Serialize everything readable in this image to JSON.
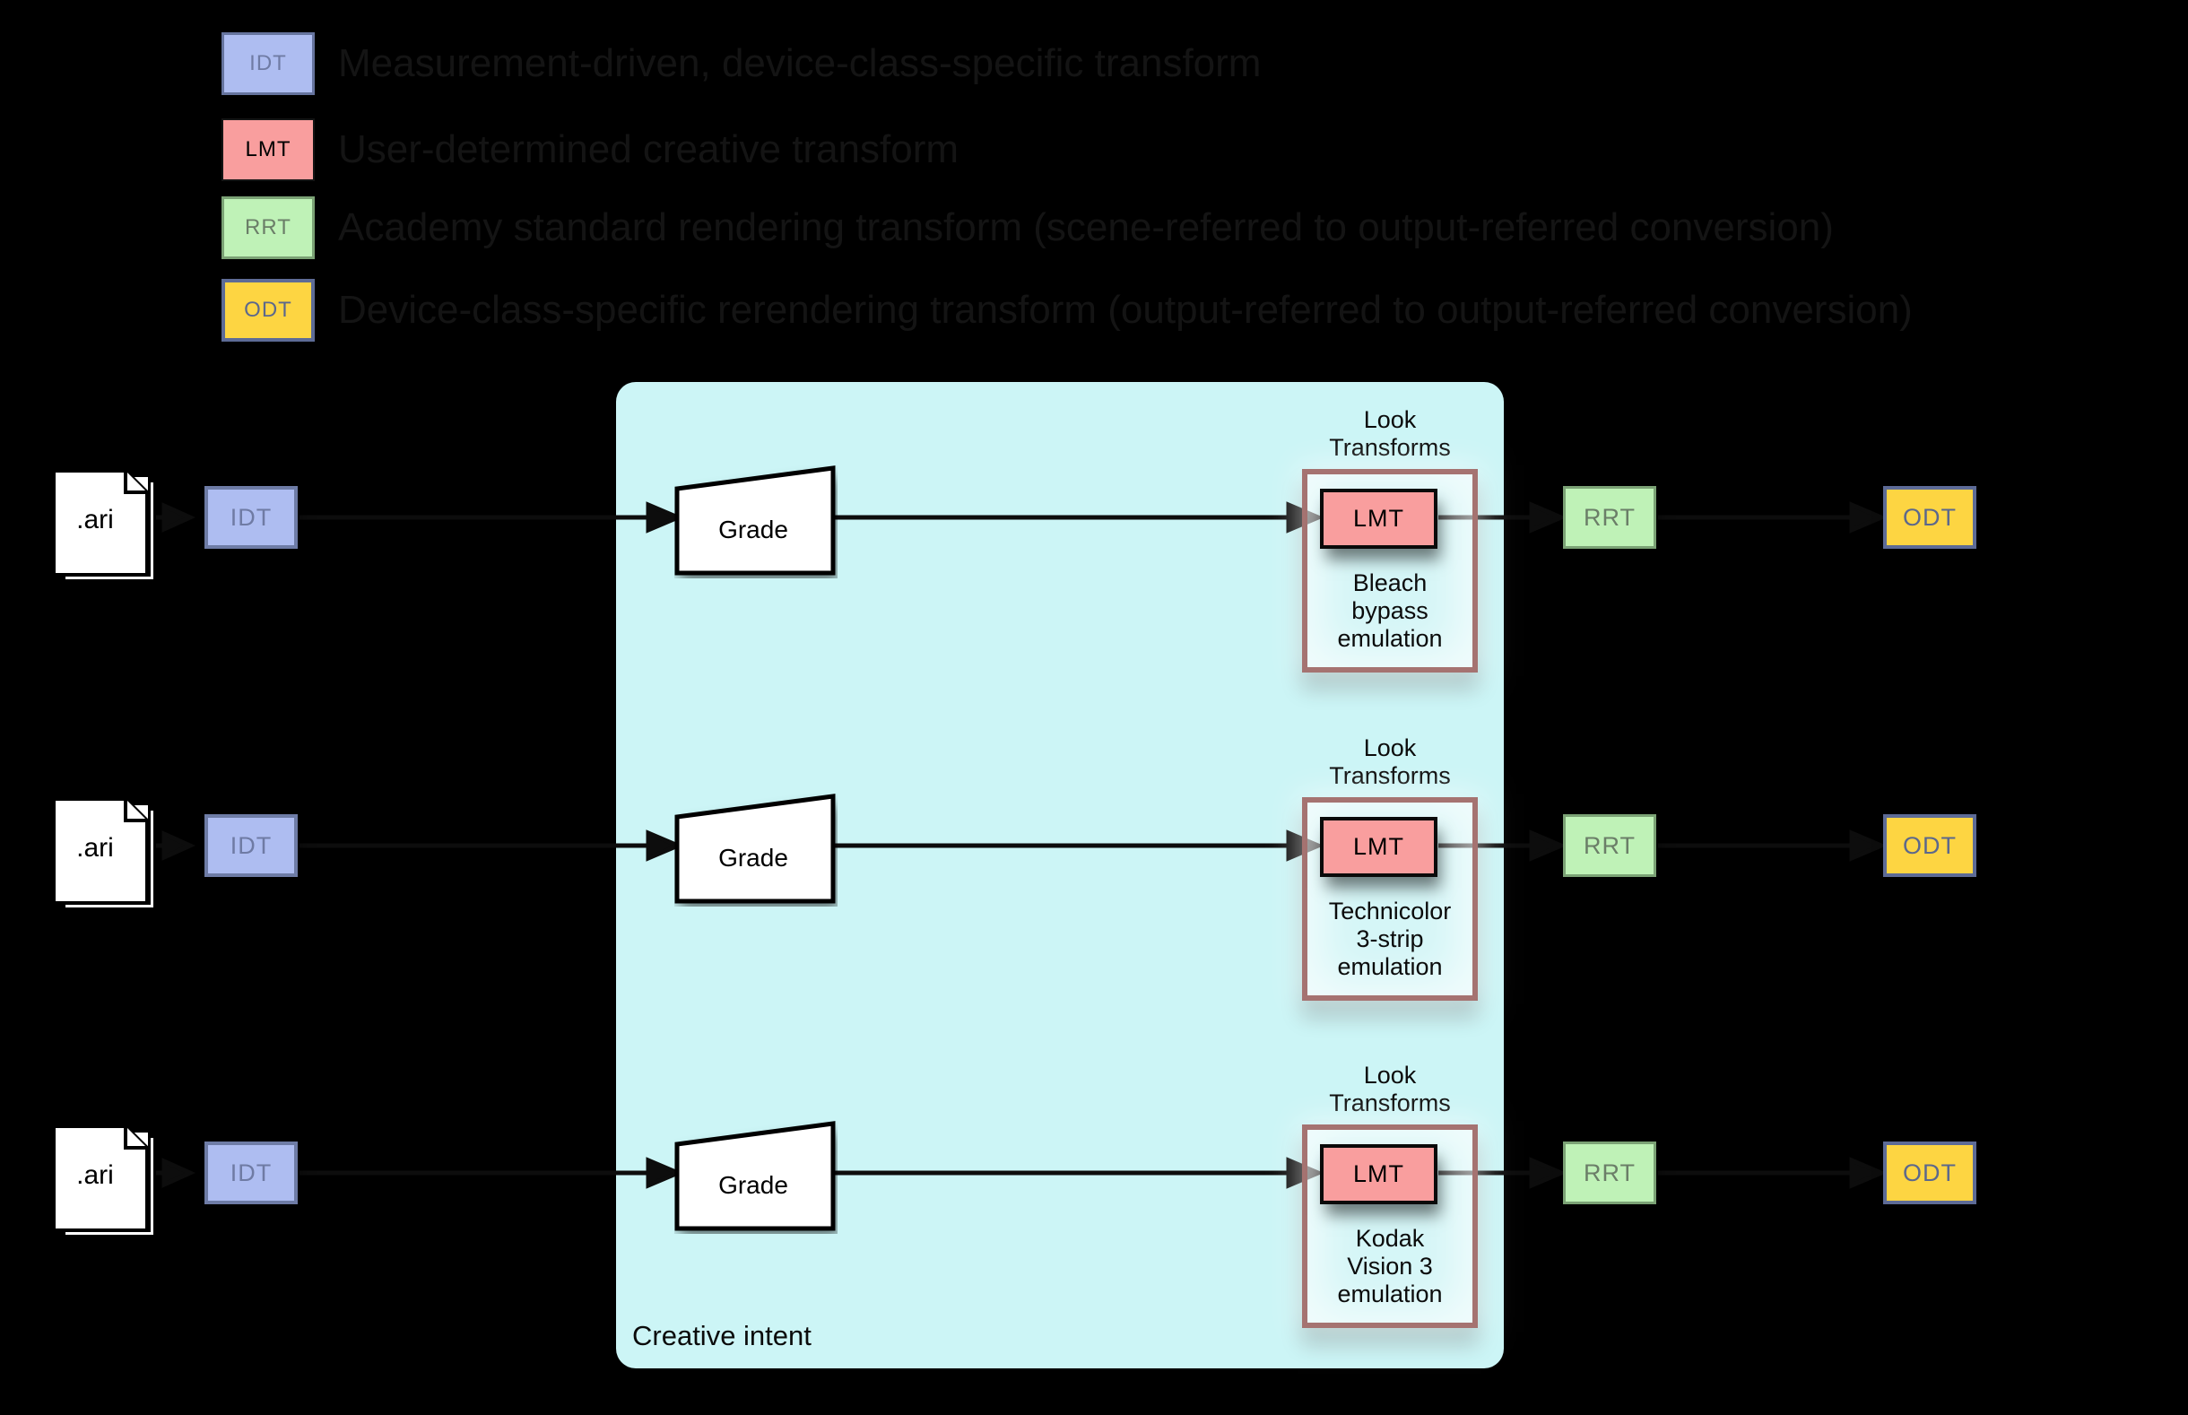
{
  "legend": {
    "items": [
      {
        "code": "IDT",
        "desc": "Measurement-driven, device-class-specific transform"
      },
      {
        "code": "LMT",
        "desc": "User-determined creative transform"
      },
      {
        "code": "RRT",
        "desc": "Academy standard rendering transform (scene-referred to output-referred conversion)"
      },
      {
        "code": "ODT",
        "desc": "Device-class-specific rerendering transform (output-referred to output-referred conversion)"
      }
    ]
  },
  "panel": {
    "label": "Creative intent"
  },
  "rows": [
    {
      "file": ".ari",
      "idt": "IDT",
      "grade": "Grade",
      "look_title": [
        "Look",
        "Transforms"
      ],
      "lmt": "LMT",
      "look_name": [
        "Bleach",
        "bypass",
        "emulation"
      ],
      "rrt": "RRT",
      "odt": "ODT"
    },
    {
      "file": ".ari",
      "idt": "IDT",
      "grade": "Grade",
      "look_title": [
        "Look",
        "Transforms"
      ],
      "lmt": "LMT",
      "look_name": [
        "Technicolor",
        "3-strip",
        "emulation"
      ],
      "rrt": "RRT",
      "odt": "ODT"
    },
    {
      "file": ".ari",
      "idt": "IDT",
      "grade": "Grade",
      "look_title": [
        "Look",
        "Transforms"
      ],
      "lmt": "LMT",
      "look_name": [
        "Kodak",
        "Vision 3",
        "emulation"
      ],
      "rrt": "RRT",
      "odt": "ODT"
    }
  ],
  "colors": {
    "background": "#000000",
    "panel": "#ccf5f6",
    "idt_fill": "#aebdf1",
    "idt_border": "#6e7ca6",
    "lmt_fill": "#f99e9e",
    "lmt_border": "#0a0a0a",
    "rrt_fill": "#bff2b7",
    "rrt_border": "#7ba275",
    "odt_fill": "#fdd542",
    "odt_border": "#5d6b96",
    "look_border": "#a57371",
    "arrow": "#0d0d0d",
    "legend_text": "#141414"
  }
}
